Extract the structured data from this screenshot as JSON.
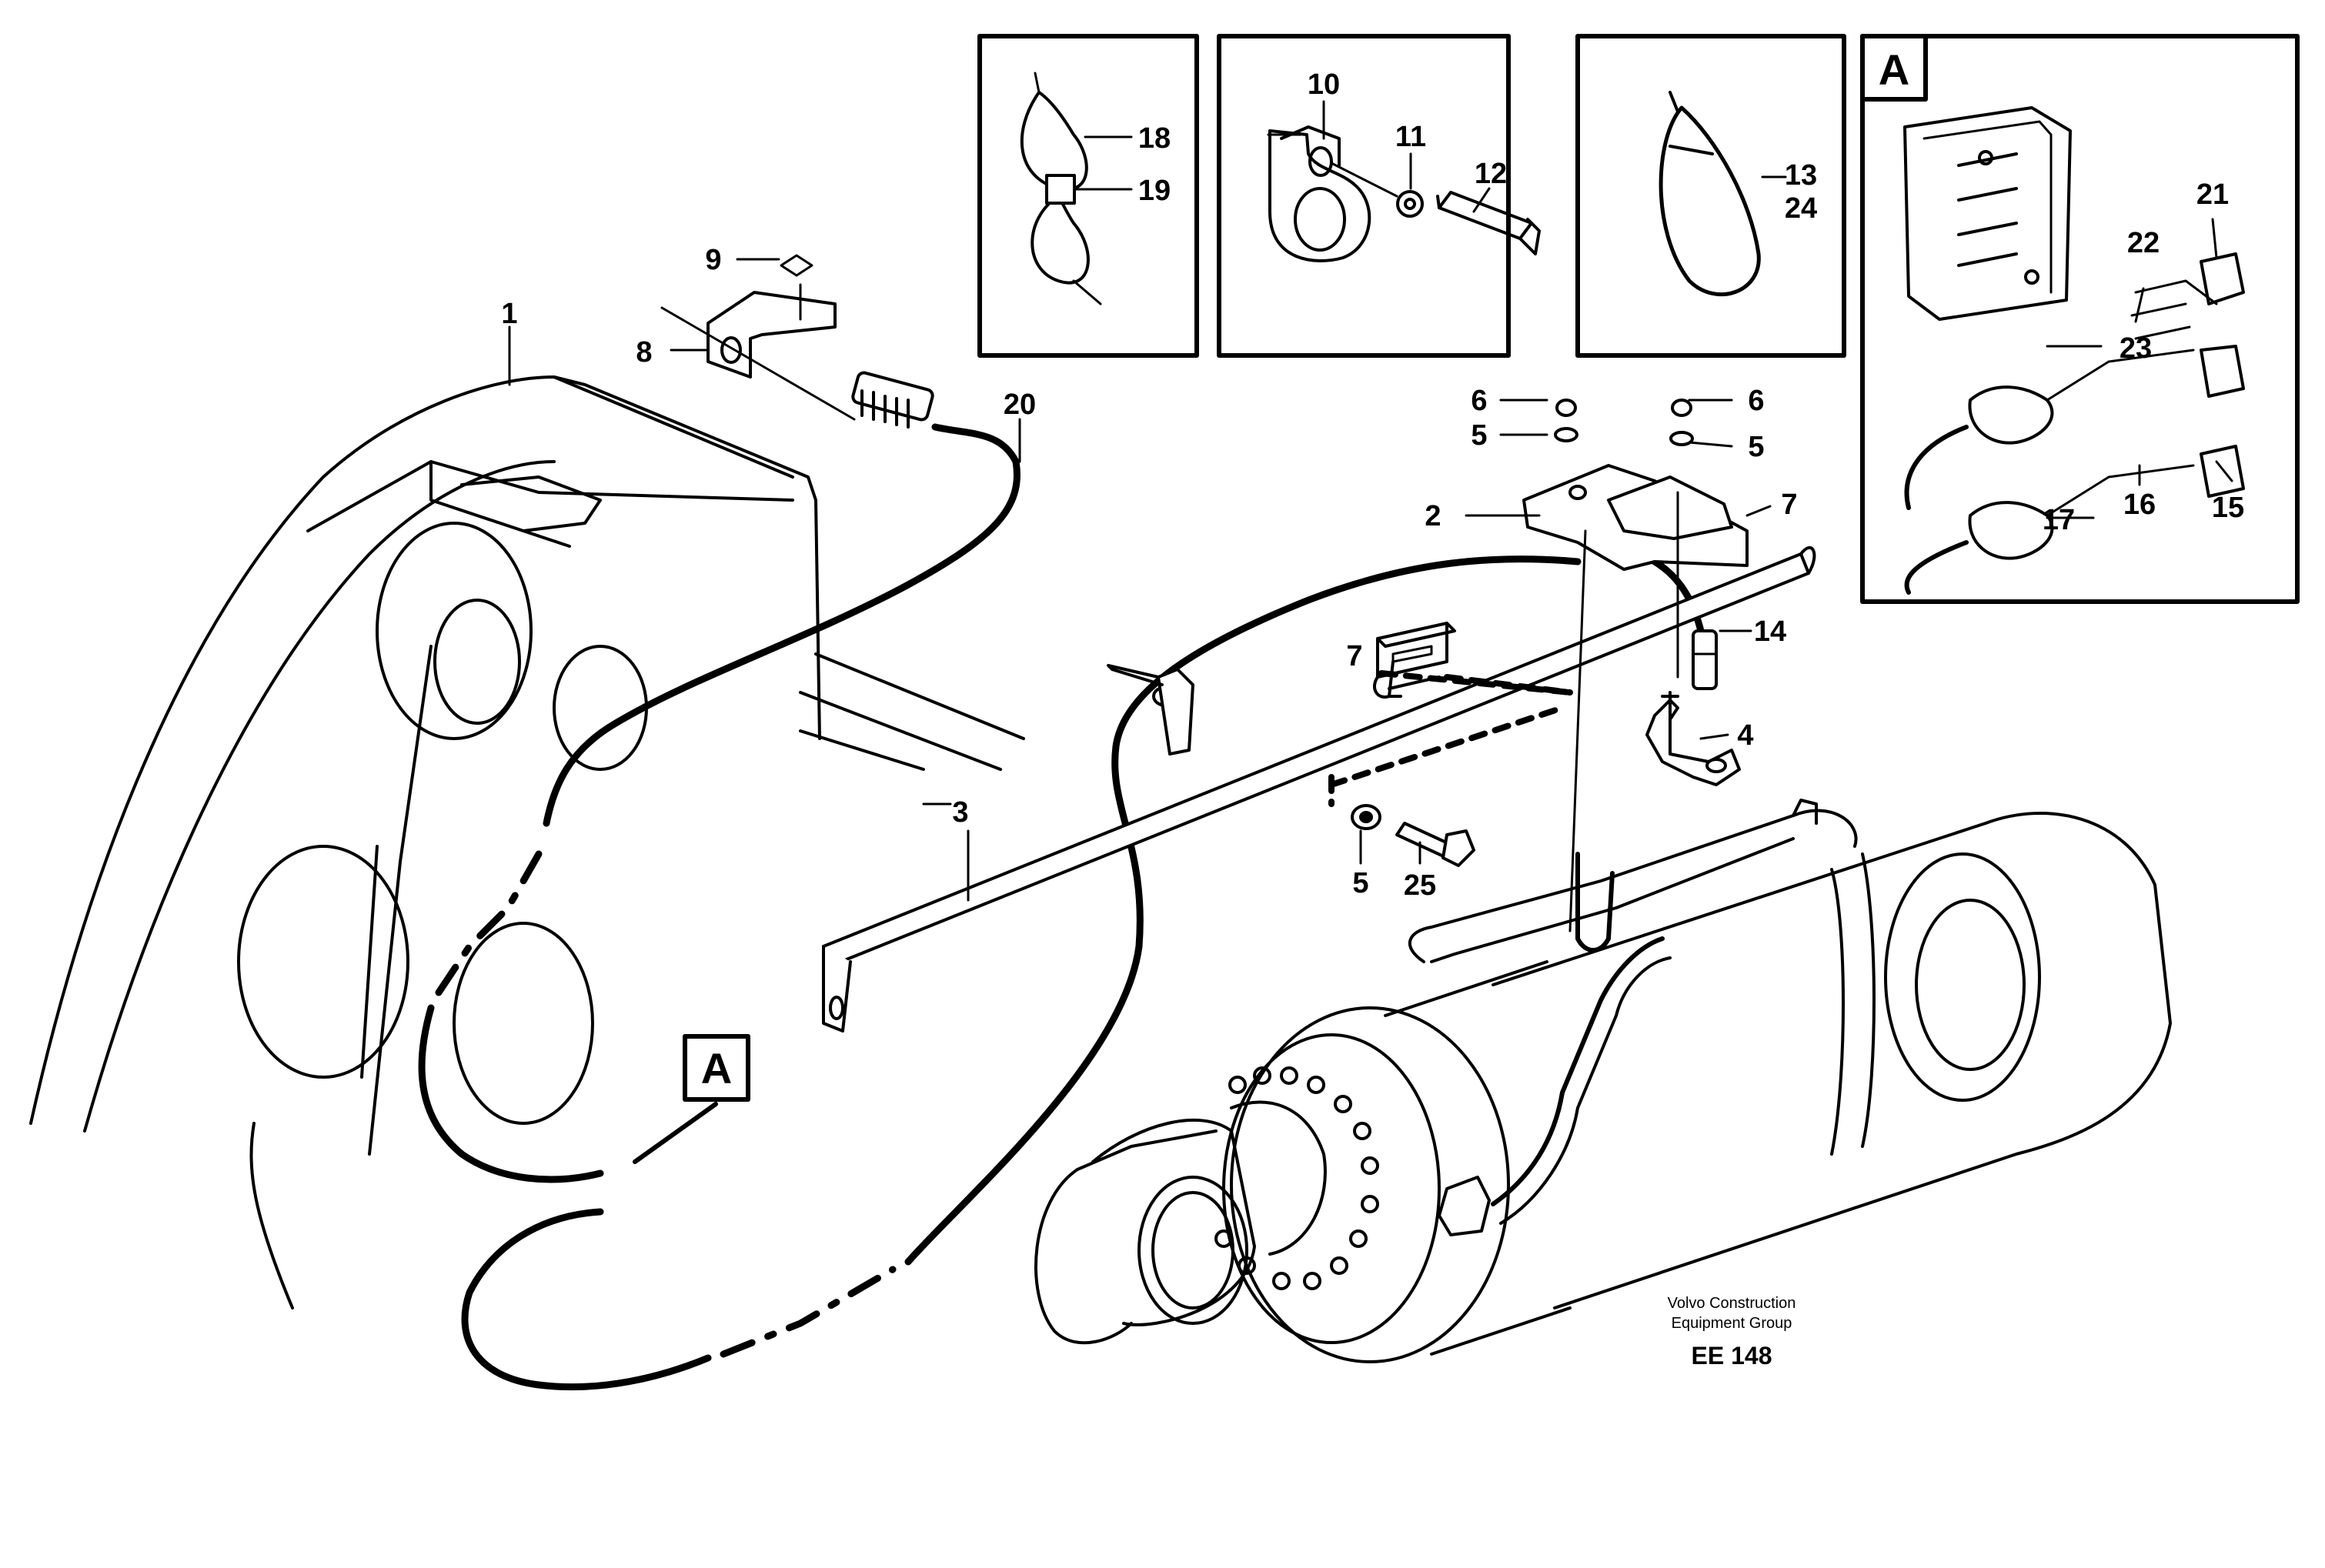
{
  "diagram": {
    "callouts": [
      "1",
      "2",
      "3",
      "4",
      "5",
      "6",
      "7",
      "8",
      "9",
      "10",
      "11",
      "12",
      "13",
      "14",
      "15",
      "16",
      "17",
      "18",
      "19",
      "20",
      "21",
      "22",
      "23",
      "24",
      "25"
    ],
    "callout_5": "5",
    "callout_6": "6",
    "callout_7": "7",
    "callout_13_24": [
      "13",
      "24"
    ],
    "detail_marker": "A",
    "footer": {
      "line1": "Volvo Construction",
      "line2": "Equipment Group",
      "code": "EE 148"
    }
  }
}
